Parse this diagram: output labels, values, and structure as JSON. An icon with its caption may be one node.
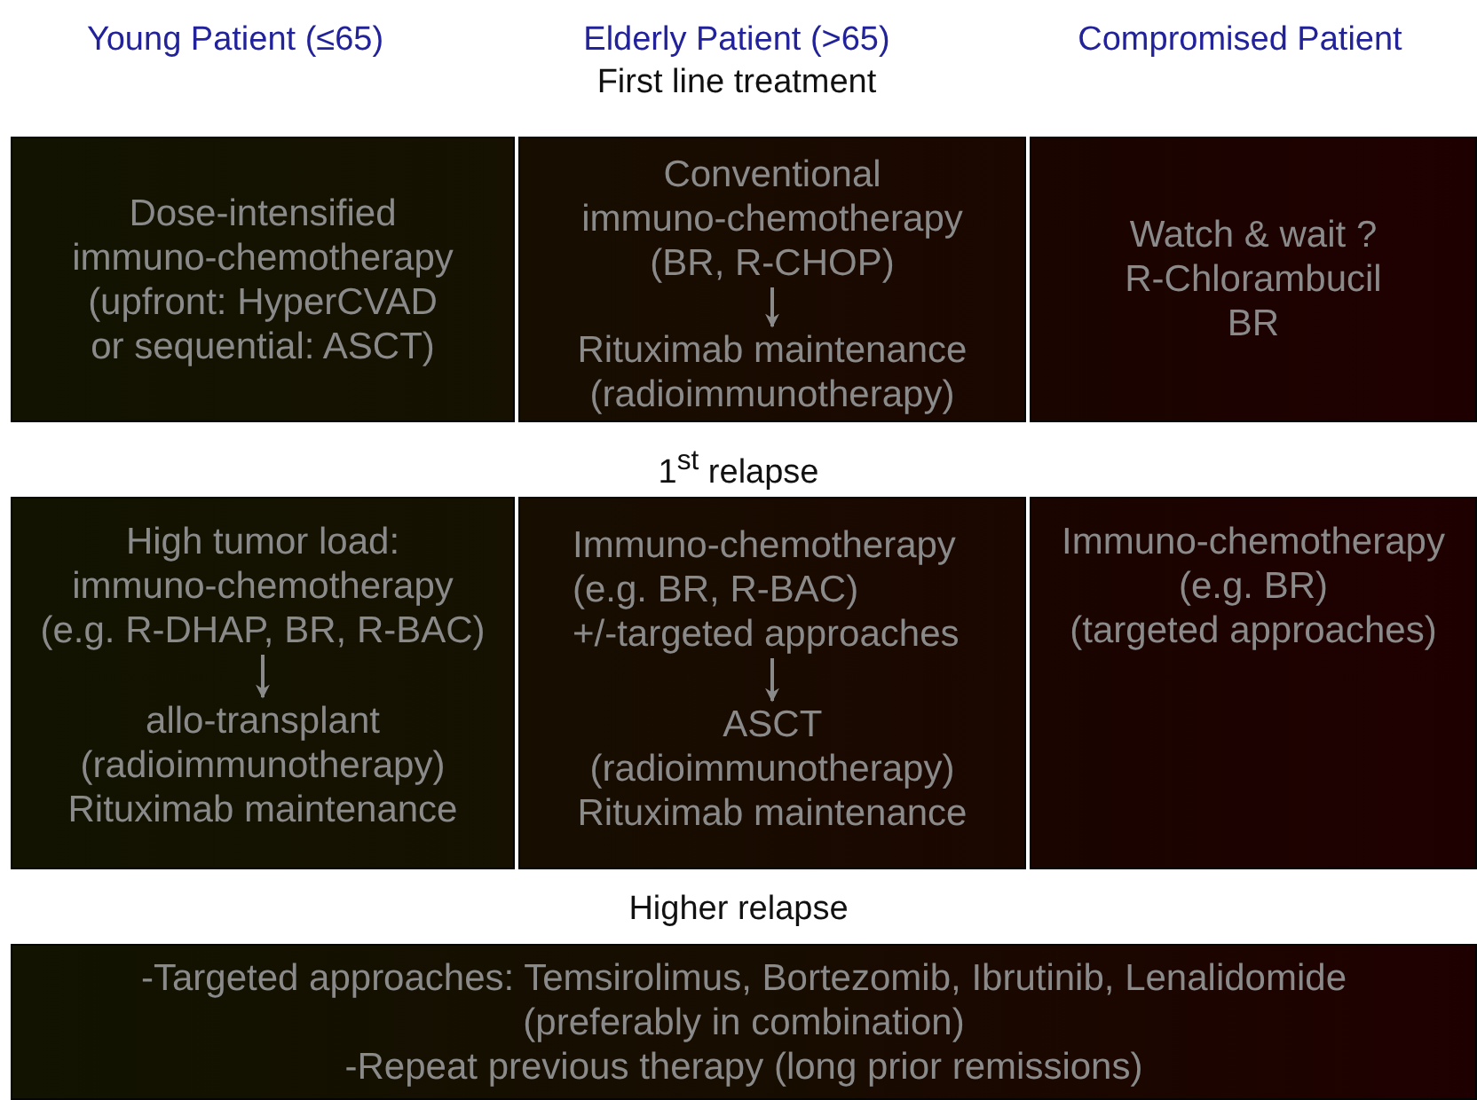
{
  "diagram": {
    "nodes": [
      {
        "text": [
          "Dose-intensified immuno-chemotherapy (upfront: HyperCVAD or sequential: ASCT)"
        ]
      },
      {
        "text": [],
        "shape": "box"
      },
      {
        "text": [
          "Conventional immuno-chemotherapy (BR, R-CHOP)"
        ],
        "in": 1
      },
      {
        "text": [
          "Rituximab maintenance (radioimmunotherapy)"
        ],
        "in": 1
      },
      {
        "text": [
          "Watch & wait ?",
          "R-Chlorambucil",
          "BR"
        ]
      },
      {
        "text": [],
        "shape": "box"
      },
      {
        "text": [
          "High tumor load: immuno-chemotherapy (e.g. R-DHAP, BR, R-BAC)"
        ],
        "in": 5
      },
      {
        "text": [
          "allo-transplant (radioimmunotherapy) Rituximab maintenance"
        ],
        "in": 5
      },
      {
        "text": [],
        "shape": "box"
      },
      {
        "text": [
          "Immuno-chemotherapy (e.g. BR, R-BAC) +/-targeted approaches"
        ],
        "in": 8
      },
      {
        "text": [
          "ASCT (radioimmunotherapy) Rituximab maintenance"
        ],
        "in": 8
      },
      {
        "text": [
          "Immuno-chemotherapy",
          "(e.g. BR)",
          "(targeted approaches)"
        ]
      },
      {
        "text": [
          "-Targeted approaches: Temsirolimus, Bortezomib, Ibrutinib, Lenalidomide (preferably in combination)",
          "-Repeat previous therapy (long prior remissions)"
        ]
      }
    ],
    "edges": [
      {
        "from": 2,
        "to": 3,
        "arrow": "to"
      },
      {
        "from": 6,
        "to": 7,
        "arrow": "to"
      },
      {
        "from": 9,
        "to": 10,
        "arrow": "to"
      }
    ],
    "labels": [
      "Young Patient (≤65)",
      "Elderly Patient (>65)",
      "Compromised Patient",
      "First line treatment",
      "1$^{st}$ relapse",
      "Higher relapse"
    ]
  }
}
